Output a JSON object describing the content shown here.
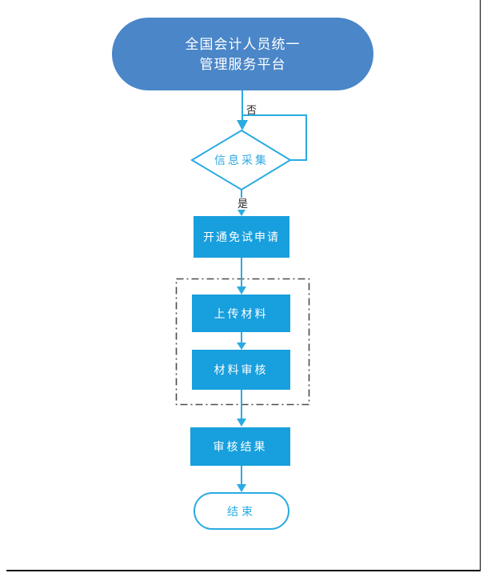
{
  "diagram": {
    "type": "flowchart",
    "nodes": {
      "start": {
        "shape": "terminator",
        "line1": "全国会计人员统一",
        "line2": "管理服务平台"
      },
      "decision": {
        "shape": "diamond",
        "label": "信息采集"
      },
      "open_application": {
        "shape": "process",
        "label": "开通免试申请"
      },
      "upload_materials": {
        "shape": "process",
        "label": "上传材料"
      },
      "material_review": {
        "shape": "process",
        "label": "材料审核"
      },
      "review_result": {
        "shape": "process",
        "label": "审核结果"
      },
      "end": {
        "shape": "terminator",
        "label": "结束"
      }
    },
    "edge_labels": {
      "no": "否",
      "yes": "是"
    },
    "edges": [
      {
        "from": "start",
        "to": "decision",
        "label": ""
      },
      {
        "from": "decision",
        "to": "decision",
        "label": "否",
        "note": "loop back to incoming arrow"
      },
      {
        "from": "decision",
        "to": "open_application",
        "label": "是"
      },
      {
        "from": "open_application",
        "to": "upload_materials",
        "label": ""
      },
      {
        "from": "upload_materials",
        "to": "material_review",
        "label": ""
      },
      {
        "from": "material_review",
        "to": "review_result",
        "label": ""
      },
      {
        "from": "review_result",
        "to": "end",
        "label": ""
      }
    ],
    "groups": [
      {
        "style": "dash-dot-rectangle",
        "contains": [
          "upload_materials",
          "material_review"
        ]
      }
    ],
    "colors": {
      "start_fill": "#4a86c8",
      "process_fill": "#189fdd",
      "connector_blue": "#29abe2",
      "decision_text": "#2fa9e0",
      "edge_label_text": "#262626",
      "group_border": "#4c4c4c",
      "page_border": "#000000",
      "background": "#ffffff"
    }
  }
}
